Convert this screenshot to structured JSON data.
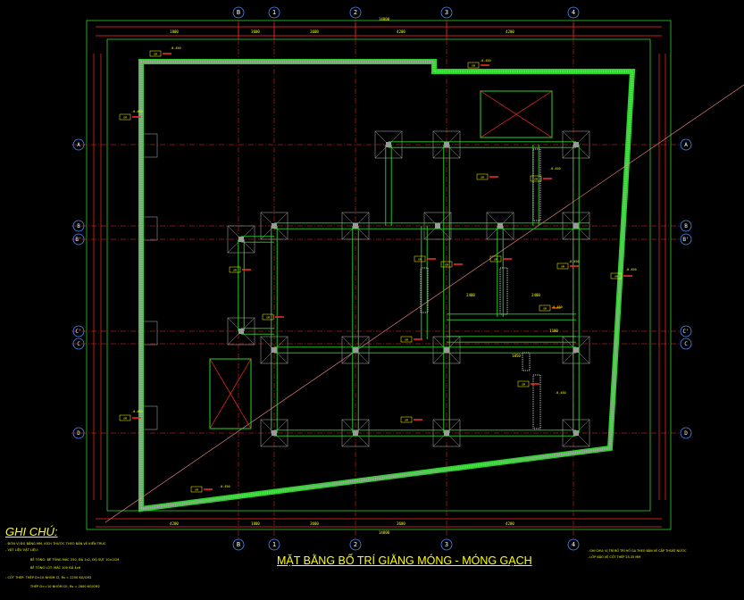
{
  "drawing": {
    "title": "MẶT BẰNG BỐ TRÍ GIẰNG MÓNG - MÓNG GẠCH"
  },
  "axes": {
    "columns": [
      "B",
      "1",
      "2",
      "3",
      "4"
    ],
    "rows": [
      "A",
      "B",
      "B'",
      "C'",
      "C",
      "D"
    ]
  },
  "dims": {
    "top_total": "14800",
    "bottom_total": "14800",
    "top": [
      "1800",
      "3600",
      "3600",
      "4200",
      "4200"
    ],
    "bottom": [
      "4200",
      "1800",
      "3600",
      "3600",
      "4200"
    ],
    "inner": [
      "2400",
      "2400",
      "1850",
      "1100"
    ]
  },
  "notes": {
    "title": "GHI CHÚ:",
    "lines": [
      "- ĐƠN VỊ ĐO BẰNG MM, KÍCH THƯỚC THEO BẢN VẼ KIẾN TRÚC",
      "- VẬT LIỆU VẬT LIỆU:",
      "BÊ TÔNG: BÊ TÔNG MÁC 250, ĐÁ 1x2, ĐỘ SỤT 10±2CM",
      "BÊ TÔNG LÓT: MÁC 100 ĐÁ 4x6",
      "- CỐT THÉP: THÉP D<10 NHÓM CI, Rs = 2250 KG/CM2",
      "THÉP D>=10 NHÓM CII, Rs = 2800 KG/CM2"
    ]
  },
  "right_notes": [
    "- GHI CHÚ: VỊ TRÍ BỐ TRÍ HỐ GA THEO BẢN VẼ CẤP THOÁT NƯỚC",
    "- LỚP BẢO VỆ CỐT THÉP 25-35 MM"
  ],
  "tags": {
    "beam": "GM",
    "pad": "M1",
    "level": "-0.450"
  }
}
